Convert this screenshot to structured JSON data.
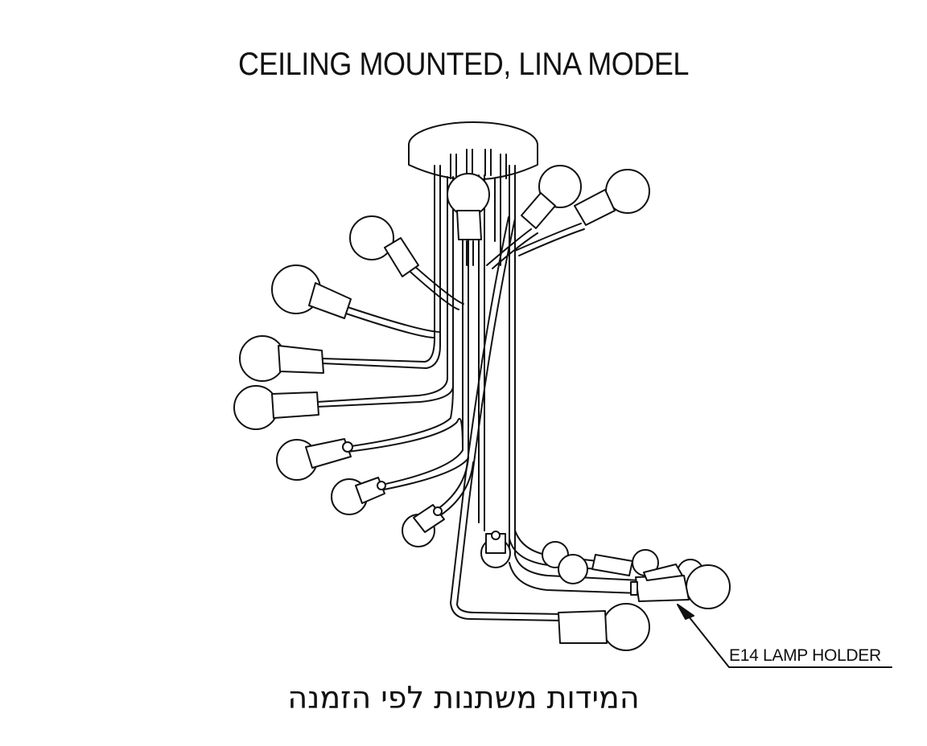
{
  "title": "CEILING MOUNTED, LINA MODEL",
  "callout": {
    "label": "E14 LAMP HOLDER"
  },
  "caption": "המידות משתנות לפי הזמנה",
  "colors": {
    "line": "#111111",
    "background": "#ffffff"
  }
}
